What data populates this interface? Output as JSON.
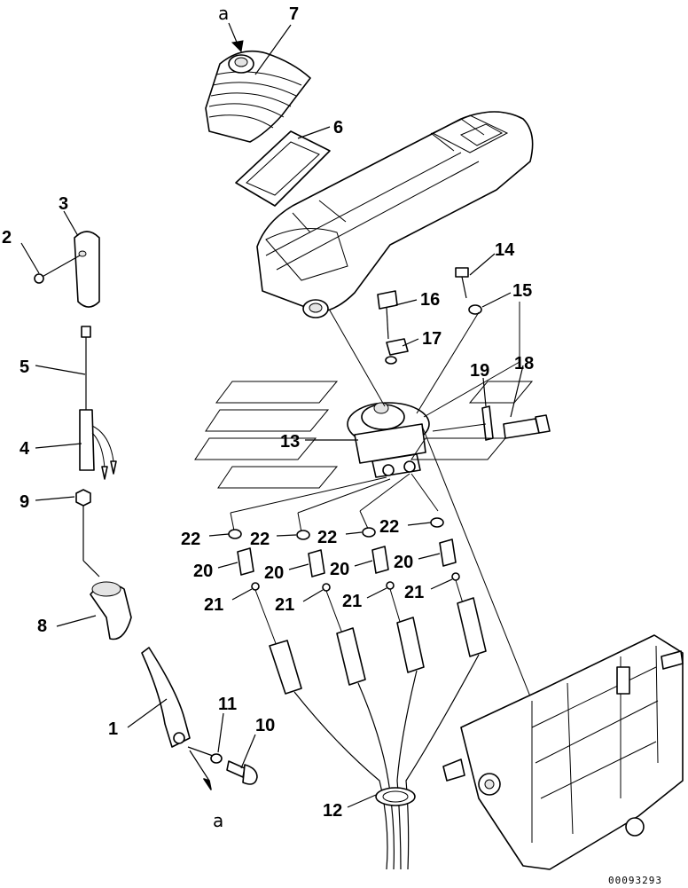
{
  "diagram": {
    "callouts": [
      {
        "id": "c1",
        "label": "1"
      },
      {
        "id": "c2",
        "label": "2"
      },
      {
        "id": "c3",
        "label": "3"
      },
      {
        "id": "c4",
        "label": "4"
      },
      {
        "id": "c5",
        "label": "5"
      },
      {
        "id": "c6",
        "label": "6"
      },
      {
        "id": "c7",
        "label": "7"
      },
      {
        "id": "c8",
        "label": "8"
      },
      {
        "id": "c9",
        "label": "9"
      },
      {
        "id": "c10",
        "label": "10"
      },
      {
        "id": "c11",
        "label": "11"
      },
      {
        "id": "c12",
        "label": "12"
      },
      {
        "id": "c13",
        "label": "13"
      },
      {
        "id": "c14",
        "label": "14"
      },
      {
        "id": "c15",
        "label": "15"
      },
      {
        "id": "c16",
        "label": "16"
      },
      {
        "id": "c17",
        "label": "17"
      },
      {
        "id": "c18",
        "label": "18"
      },
      {
        "id": "c19",
        "label": "19"
      },
      {
        "id": "c20a",
        "label": "20"
      },
      {
        "id": "c20b",
        "label": "20"
      },
      {
        "id": "c20c",
        "label": "20"
      },
      {
        "id": "c20d",
        "label": "20"
      },
      {
        "id": "c21a",
        "label": "21"
      },
      {
        "id": "c21b",
        "label": "21"
      },
      {
        "id": "c21c",
        "label": "21"
      },
      {
        "id": "c21d",
        "label": "21"
      },
      {
        "id": "c22a",
        "label": "22"
      },
      {
        "id": "c22b",
        "label": "22"
      },
      {
        "id": "c22c",
        "label": "22"
      },
      {
        "id": "c22d",
        "label": "22"
      }
    ],
    "view_marks": {
      "top": "a",
      "bottom": "a"
    },
    "drawing_code": "00093293"
  }
}
